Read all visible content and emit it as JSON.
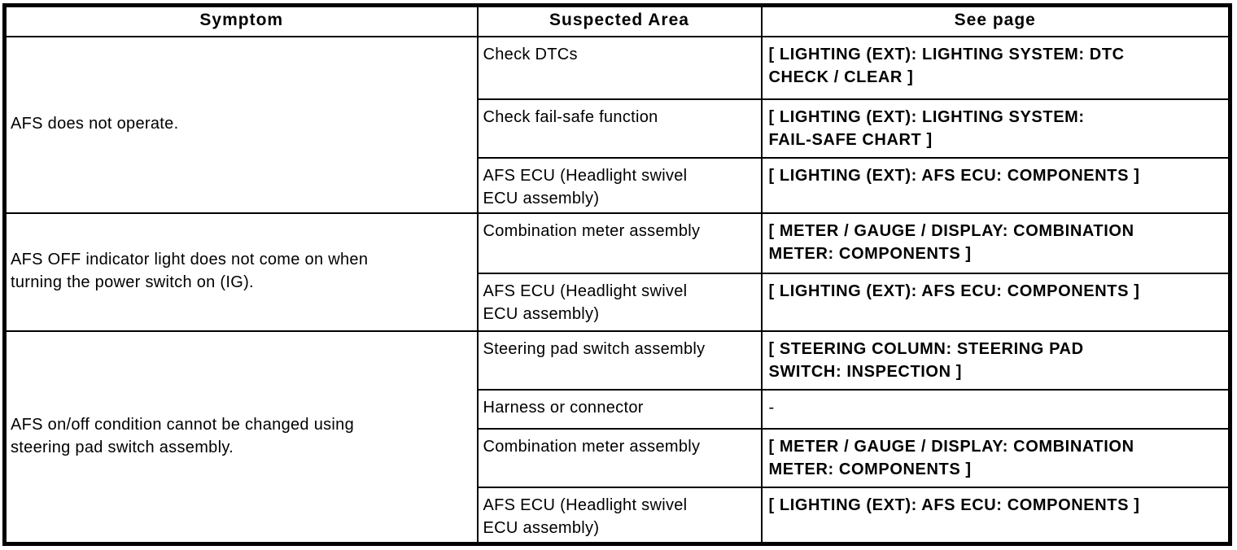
{
  "table": {
    "headers": {
      "symptom": "Symptom",
      "suspected_area": "Suspected Area",
      "see_page": "See page"
    },
    "groups": [
      {
        "symptom": "AFS does not operate.",
        "rows": [
          {
            "suspected_area": "Check DTCs",
            "see_page": "[ LIGHTING (EXT): LIGHTING SYSTEM: DTC\nCHECK / CLEAR ]"
          },
          {
            "suspected_area": "Check fail-safe function",
            "see_page": "[ LIGHTING (EXT): LIGHTING SYSTEM:\nFAIL-SAFE CHART ]"
          },
          {
            "suspected_area": "AFS ECU (Headlight swivel\nECU assembly)",
            "see_page": "[ LIGHTING (EXT): AFS ECU: COMPONENTS ]"
          }
        ]
      },
      {
        "symptom": "AFS OFF indicator light does not come on when\nturning the power switch on (IG).",
        "rows": [
          {
            "suspected_area": "Combination meter assembly",
            "see_page": "[ METER / GAUGE / DISPLAY: COMBINATION\nMETER: COMPONENTS ]"
          },
          {
            "suspected_area": "AFS ECU (Headlight swivel\nECU assembly)",
            "see_page": "[ LIGHTING (EXT): AFS ECU: COMPONENTS ]"
          }
        ]
      },
      {
        "symptom": "AFS on/off condition cannot be changed using\nsteering pad switch assembly.",
        "rows": [
          {
            "suspected_area": "Steering pad switch assembly",
            "see_page": "[ STEERING COLUMN: STEERING PAD\nSWITCH: INSPECTION ]"
          },
          {
            "suspected_area": "Harness or connector",
            "see_page": "-"
          },
          {
            "suspected_area": "Combination meter assembly",
            "see_page": "[ METER / GAUGE / DISPLAY: COMBINATION\nMETER: COMPONENTS ]"
          },
          {
            "suspected_area": "AFS ECU (Headlight swivel\nECU assembly)",
            "see_page": "[ LIGHTING (EXT): AFS ECU: COMPONENTS ]"
          }
        ]
      }
    ]
  }
}
